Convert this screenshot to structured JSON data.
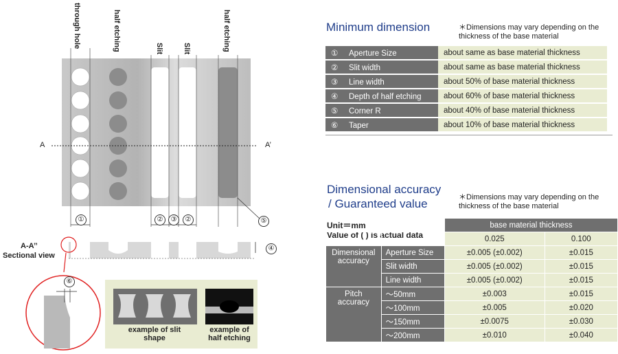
{
  "figure": {
    "column_labels": [
      "through hole",
      "half etching",
      "Slit",
      "Slit",
      "half etching"
    ],
    "line_label_left": "A",
    "line_label_right": "A’",
    "section_label_1": "A-A’’",
    "section_label_2": "Sectional view",
    "markers": [
      "①",
      "②",
      "③",
      "②",
      "④",
      "⑤",
      "⑥"
    ],
    "photo_captions": [
      "example of slit shape",
      "example of half etching"
    ],
    "colors": {
      "plate": "#b9b9b9",
      "half_etch": "#8c8c8c",
      "red_circle": "#e02020"
    }
  },
  "minimum": {
    "title": "Minimum dimension",
    "note": "＊Dimensions may vary depending on the thickness of the base material",
    "rows": [
      {
        "n": "①",
        "label": "Aperture Size",
        "value": "about same as base material thickness"
      },
      {
        "n": "②",
        "label": "Slit width",
        "value": "about same as base material thickness"
      },
      {
        "n": "③",
        "label": "Line width",
        "value": "about 50% of base material thickness"
      },
      {
        "n": "④",
        "label": "Depth of half etching",
        "value": "about 60% of base material thickness"
      },
      {
        "n": "⑤",
        "label": "Corner R",
        "value": "about 40% of base material thickness"
      },
      {
        "n": "⑥",
        "label": "Taper",
        "value": "about 10% of base material thickness"
      }
    ]
  },
  "accuracy": {
    "title_1": "Dimensional accuracy",
    "title_2": "/ Guaranteed value",
    "note": "＊Dimensions may vary depending on the thickness of the base material",
    "unit": "Unit＝mm",
    "value_note": "Value of ( ) is actual data",
    "thickness_header": "base material thickness",
    "thicknesses": [
      "0.025",
      "0.100"
    ],
    "group1": "Dimensional accuracy",
    "group2": "Pitch accuracy",
    "rows": [
      {
        "label": "Aperture Size",
        "a": "±0.005 (±0.002)",
        "b": "±0.015"
      },
      {
        "label": "Slit width",
        "a": "±0.005 (±0.002)",
        "b": "±0.015"
      },
      {
        "label": "Line width",
        "a": "±0.005 (±0.002)",
        "b": "±0.015"
      },
      {
        "label": "～50mm",
        "a": "±0.003",
        "b": "±0.015"
      },
      {
        "label": "～100mm",
        "a": "±0.005",
        "b": "±0.020"
      },
      {
        "label": "～150mm",
        "a": "±0.0075",
        "b": "±0.030"
      },
      {
        "label": "～200mm",
        "a": "±0.010",
        "b": "±0.040"
      }
    ]
  }
}
